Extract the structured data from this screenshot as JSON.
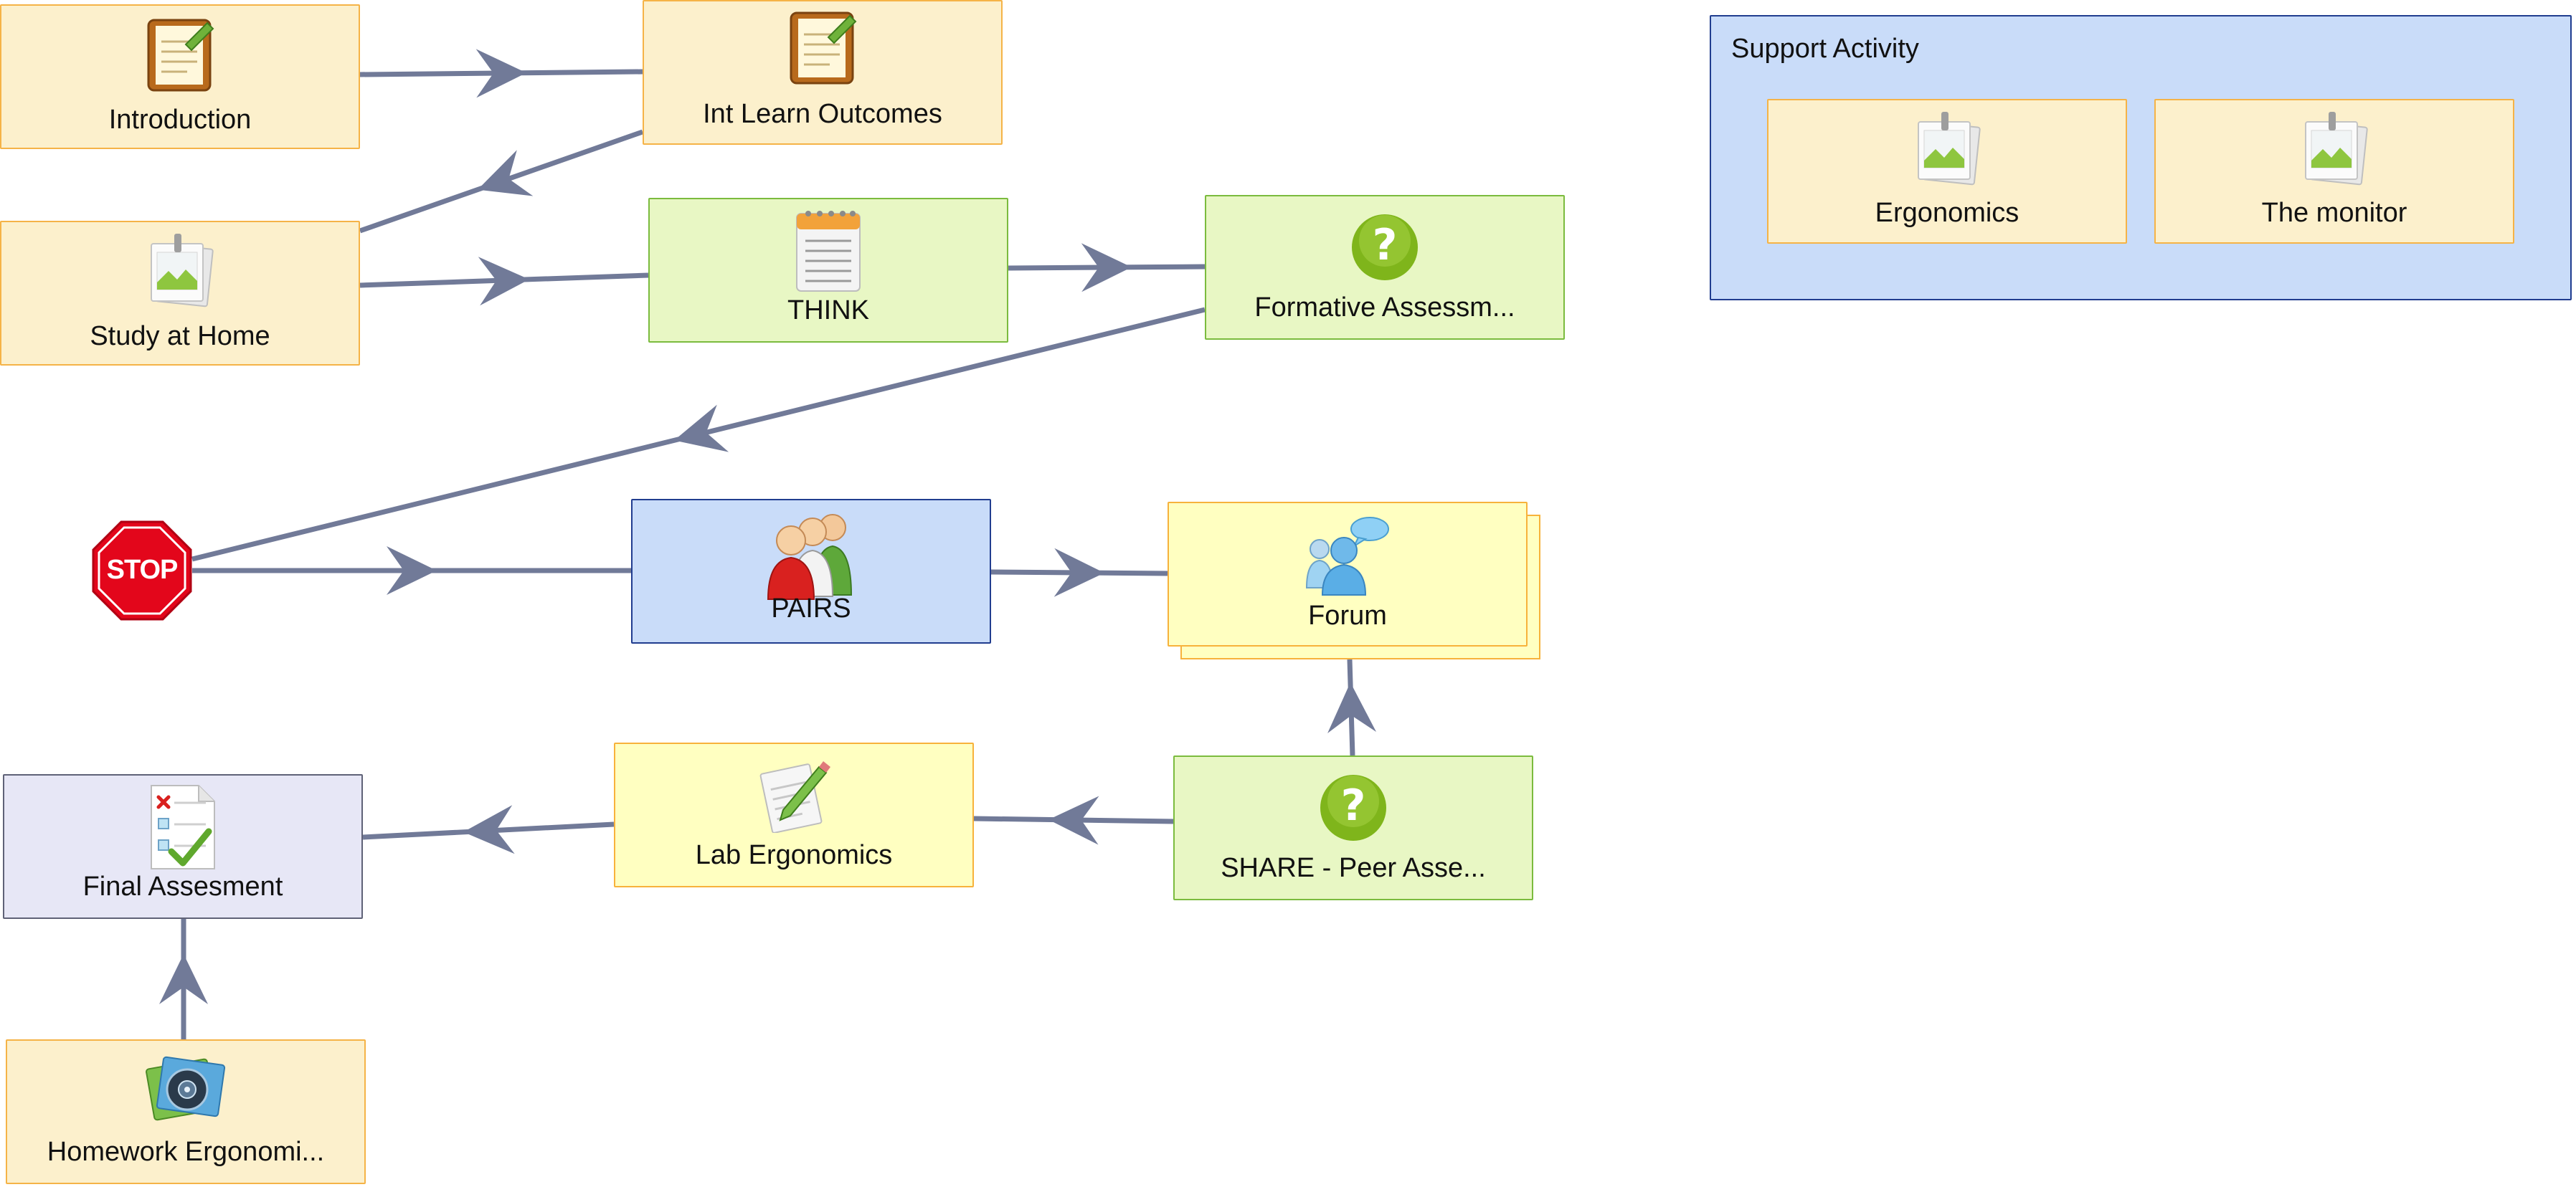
{
  "diagram": {
    "nodes": [
      {
        "id": "introduction",
        "label": "Introduction",
        "icon": "notepad-icon",
        "style": "lesson"
      },
      {
        "id": "int-learn-outcomes",
        "label": "Int Learn Outcomes",
        "icon": "notepad-icon",
        "style": "lesson"
      },
      {
        "id": "study-at-home",
        "label": "Study at Home",
        "icon": "photo-pin-icon",
        "style": "lesson"
      },
      {
        "id": "think",
        "label": "THINK",
        "icon": "notebook-icon",
        "style": "green"
      },
      {
        "id": "formative-assessment",
        "label": "Formative Assessm...",
        "icon": "question-icon",
        "style": "green"
      },
      {
        "id": "stop",
        "label": "STOP",
        "icon": "stop-sign-icon",
        "style": "stop"
      },
      {
        "id": "pairs",
        "label": "PAIRS",
        "icon": "people-icon",
        "style": "blue"
      },
      {
        "id": "forum",
        "label": "Forum",
        "icon": "forum-chat-icon",
        "style": "yellow"
      },
      {
        "id": "share-peer-assessment",
        "label": "SHARE - Peer Asse...",
        "icon": "question-icon",
        "style": "green"
      },
      {
        "id": "lab-ergonomics",
        "label": "Lab Ergonomics",
        "icon": "pencil-paper-icon",
        "style": "yellow"
      },
      {
        "id": "final-assessment",
        "label": "Final Assesment",
        "icon": "checklist-icon",
        "style": "grey"
      },
      {
        "id": "homework-ergonomics",
        "label": "Homework Ergonomi...",
        "icon": "media-icon",
        "style": "lesson"
      }
    ],
    "group": {
      "title": "Support Activity",
      "items": [
        {
          "id": "ergonomics",
          "label": "Ergonomics",
          "icon": "photo-pin-icon"
        },
        {
          "id": "the-monitor",
          "label": "The monitor",
          "icon": "photo-pin-icon"
        }
      ]
    },
    "edges": [
      {
        "from": "introduction",
        "to": "int-learn-outcomes"
      },
      {
        "from": "int-learn-outcomes",
        "to": "study-at-home"
      },
      {
        "from": "study-at-home",
        "to": "think"
      },
      {
        "from": "think",
        "to": "formative-assessment"
      },
      {
        "from": "formative-assessment",
        "to": "stop"
      },
      {
        "from": "stop",
        "to": "pairs"
      },
      {
        "from": "pairs",
        "to": "forum"
      },
      {
        "from": "share-peer-assessment",
        "to": "forum"
      },
      {
        "from": "share-peer-assessment",
        "to": "lab-ergonomics"
      },
      {
        "from": "lab-ergonomics",
        "to": "final-assessment"
      },
      {
        "from": "homework-ergonomics",
        "to": "final-assessment"
      }
    ],
    "colors": {
      "edge": "#717a98",
      "lesson_fill": "#fcf0cc",
      "green_fill": "#e8f7c4",
      "yellow_fill": "#ffffc1",
      "blue_fill": "#c9dcf9",
      "grey_fill": "#e7e7f6",
      "stop_red": "#e3061b"
    }
  }
}
